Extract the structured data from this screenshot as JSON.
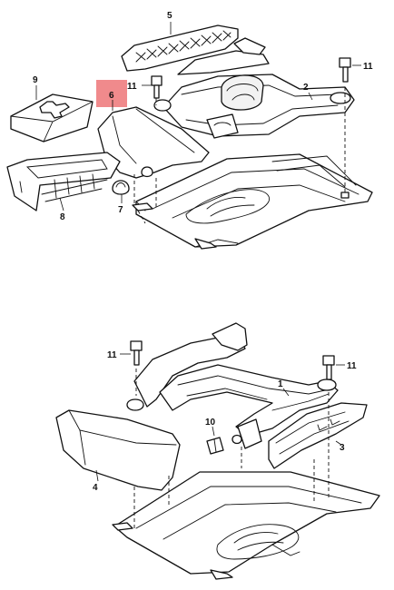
{
  "highlight_color": "#f08a8c",
  "labels": {
    "l1": "1",
    "l2": "2",
    "l3": "3",
    "l4": "4",
    "l5": "5",
    "l6": "6",
    "l7": "7",
    "l8": "8",
    "l9": "9",
    "l10": "10",
    "l11_top_left": "11",
    "l11_top_right": "11",
    "l11_bottom_left": "11",
    "l11_bottom_right": "11"
  }
}
